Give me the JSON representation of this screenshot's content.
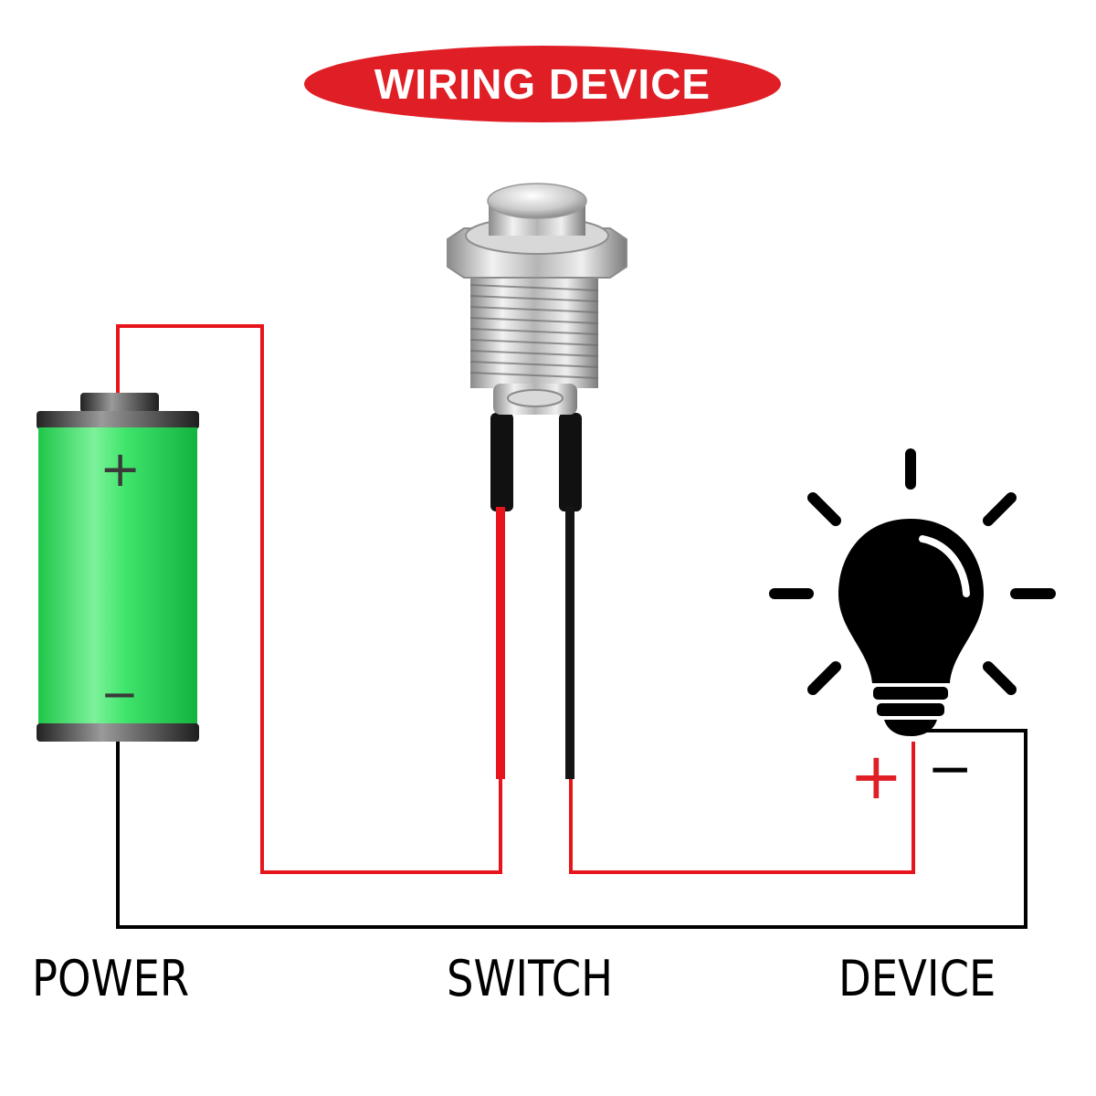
{
  "title": {
    "text": "WIRING DEVICE",
    "background": "#e01e26",
    "color": "#ffffff"
  },
  "labels": {
    "power": "POWER",
    "switch": "SWITCH",
    "device": "DEVICE"
  },
  "battery": {
    "plus_sign": "+",
    "minus_sign": "−",
    "body_color": "#2fdc5e",
    "sign_color": "#3a3a3a"
  },
  "bulb": {
    "plus_sign": "+",
    "minus_sign": "−",
    "plus_color": "#e01e26",
    "minus_color": "#000000"
  },
  "wires": {
    "positive_color": "#e8141c",
    "negative_color": "#000000"
  }
}
